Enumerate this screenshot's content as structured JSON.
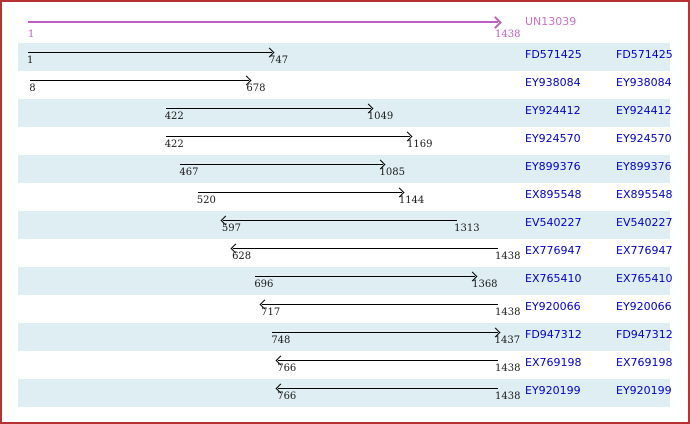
{
  "colors": {
    "border": "#B83232",
    "stripe": "#DFEEF3",
    "magenta": "#C05FC0",
    "magenta_label": "#C573C5",
    "blue": "#0000CC",
    "arrow": "#000000",
    "coord": "#1A1A1A"
  },
  "scale": {
    "min": 1,
    "max": 1438
  },
  "cluster": {
    "label": "UN13039",
    "start": "1",
    "end": "1438",
    "direction": "right"
  },
  "rows": [
    {
      "label": "FD571425",
      "start": "1",
      "end": "747",
      "direction": "right"
    },
    {
      "label": "EY938084",
      "start": "8",
      "end": "678",
      "direction": "right"
    },
    {
      "label": "EY924412",
      "start": "422",
      "end": "1049",
      "direction": "right"
    },
    {
      "label": "EY924570",
      "start": "422",
      "end": "1169",
      "direction": "right"
    },
    {
      "label": "EY899376",
      "start": "467",
      "end": "1085",
      "direction": "right"
    },
    {
      "label": "EX895548",
      "start": "520",
      "end": "1144",
      "direction": "right"
    },
    {
      "label": "EV540227",
      "start": "597",
      "end": "1313",
      "direction": "left"
    },
    {
      "label": "EX776947",
      "start": "628",
      "end": "1438",
      "direction": "left"
    },
    {
      "label": "EX765410",
      "start": "696",
      "end": "1368",
      "direction": "right"
    },
    {
      "label": "EY920066",
      "start": "717",
      "end": "1438",
      "direction": "left"
    },
    {
      "label": "FD947312",
      "start": "748",
      "end": "1437",
      "direction": "right"
    },
    {
      "label": "EX769198",
      "start": "766",
      "end": "1438",
      "direction": "left"
    },
    {
      "label": "EY920199",
      "start": "766",
      "end": "1438",
      "direction": "left"
    }
  ]
}
